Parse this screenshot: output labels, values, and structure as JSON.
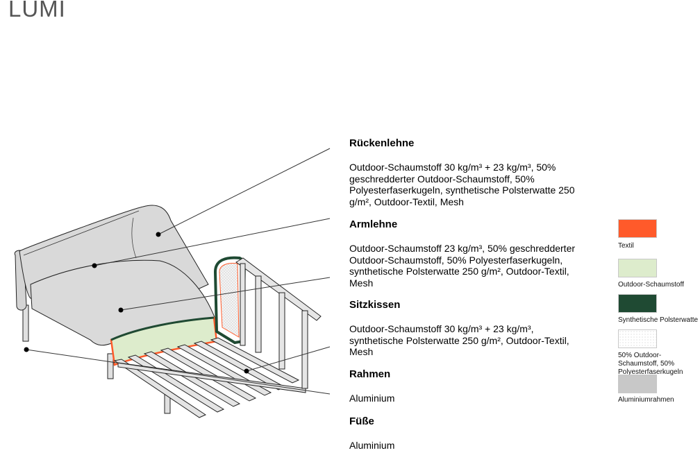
{
  "title": "LUMI",
  "sections": [
    {
      "heading": "Rückenlehne",
      "text": "Outdoor-Schaumstoff 30 kg/m³ + 23 kg/m³, 50% geschredderter Outdoor-Schaumstoff, 50% Polyesterfaserkugeln, synthetische Polsterwatte 250 g/m², Outdoor-Textil, Mesh"
    },
    {
      "heading": "Armlehne",
      "text": "Outdoor-Schaumstoff 23 kg/m³, 50% geschredderter Outdoor-Schaumstoff, 50% Polyesterfaserkugeln, synthetische Polsterwatte 250 g/m², Outdoor-Textil, Mesh"
    },
    {
      "heading": "Sitzkissen",
      "text": "Outdoor-Schaumstoff 30 kg/m³ + 23 kg/m³, synthetische Polsterwatte 250 g/m², Outdoor-Textil, Mesh"
    },
    {
      "heading": "Rahmen",
      "text": "Aluminium"
    },
    {
      "heading": "Füße",
      "text": "Aluminium"
    }
  ],
  "legend": [
    {
      "label": "Textil",
      "color": "#ff5a2a"
    },
    {
      "label": "Outdoor-Schaumstoff",
      "color": "#ddeccc"
    },
    {
      "label": "Synthetische Polsterwatte",
      "color": "#1f4a33"
    },
    {
      "label": "50% Outdoor-Schaumstoff, 50% Polyesterfaserkugeln",
      "color": "#ffffff",
      "pattern": "dotted"
    },
    {
      "label": "Aluminiumrahmen",
      "color": "#c8c8c8"
    }
  ]
}
